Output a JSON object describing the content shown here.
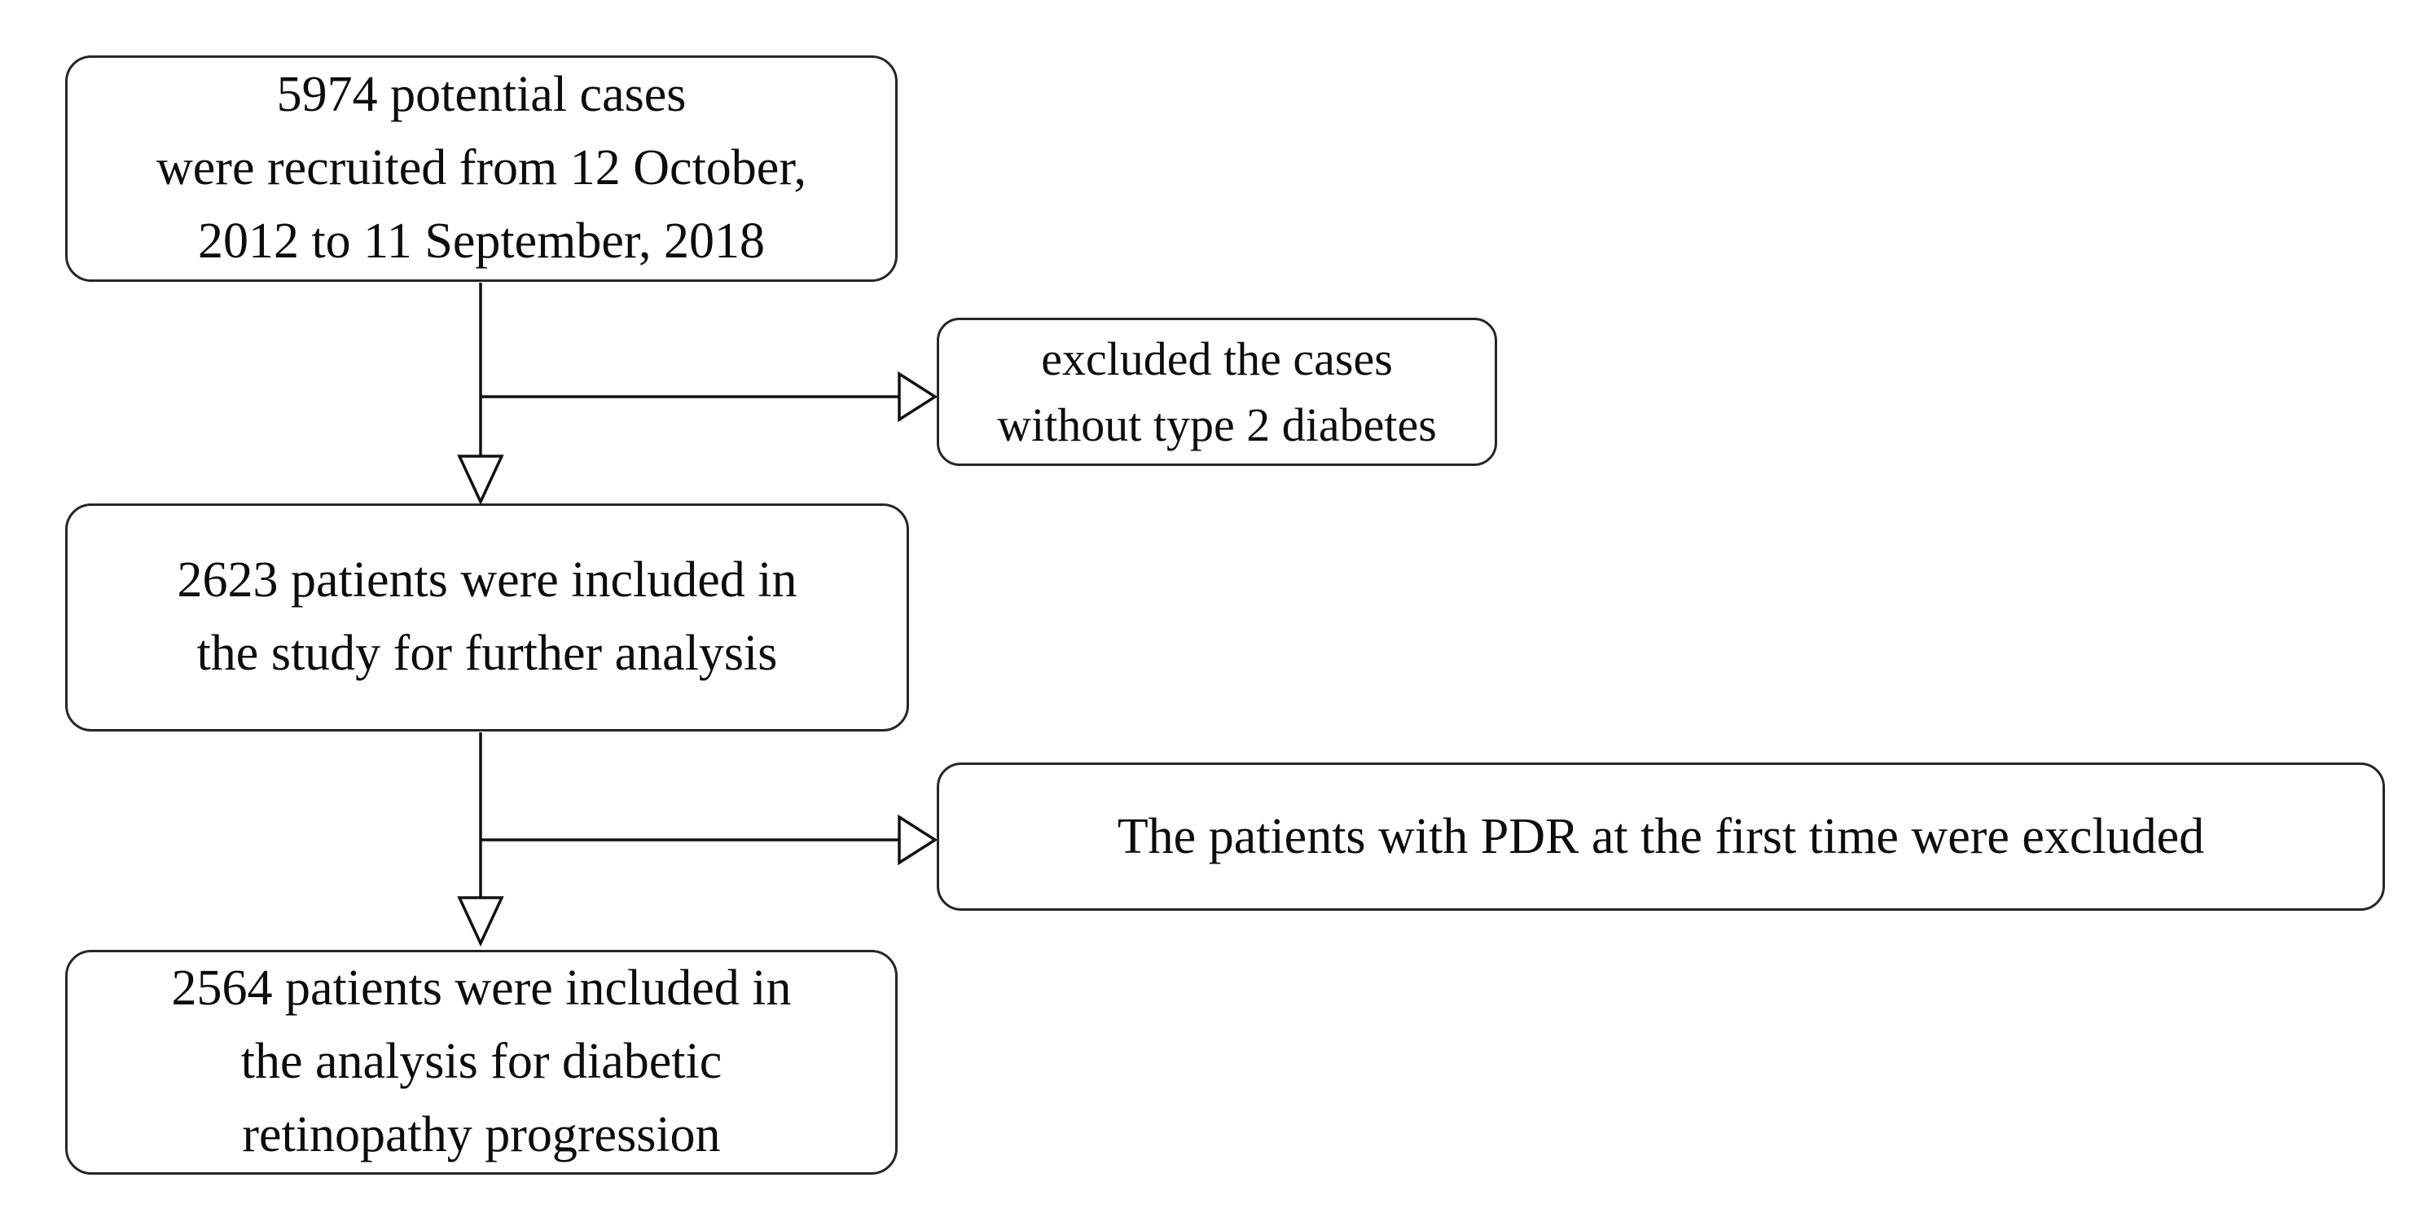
{
  "diagram": {
    "type": "flowchart",
    "boxes": {
      "recruited": {
        "text": "5974 potential cases\nwere recruited from 12 October,\n2012 to 11 September, 2018"
      },
      "excluded_t2d": {
        "text": "excluded the cases\nwithout type 2 diabetes"
      },
      "included_study": {
        "text": "2623 patients were included in\nthe study for further analysis"
      },
      "excluded_pdr": {
        "text": "The patients with PDR at the first time were excluded"
      },
      "included_progression": {
        "text": "2564 patients were included in\nthe analysis for diabetic\nretinopathy progression"
      }
    },
    "icons": {
      "arrowhead_right": "open-triangle-right",
      "arrowhead_down": "open-triangle-down"
    },
    "colors": {
      "background": "#ffffff",
      "box_border": "#262626",
      "text": "#0d0d0d",
      "connector": "#111111"
    }
  }
}
